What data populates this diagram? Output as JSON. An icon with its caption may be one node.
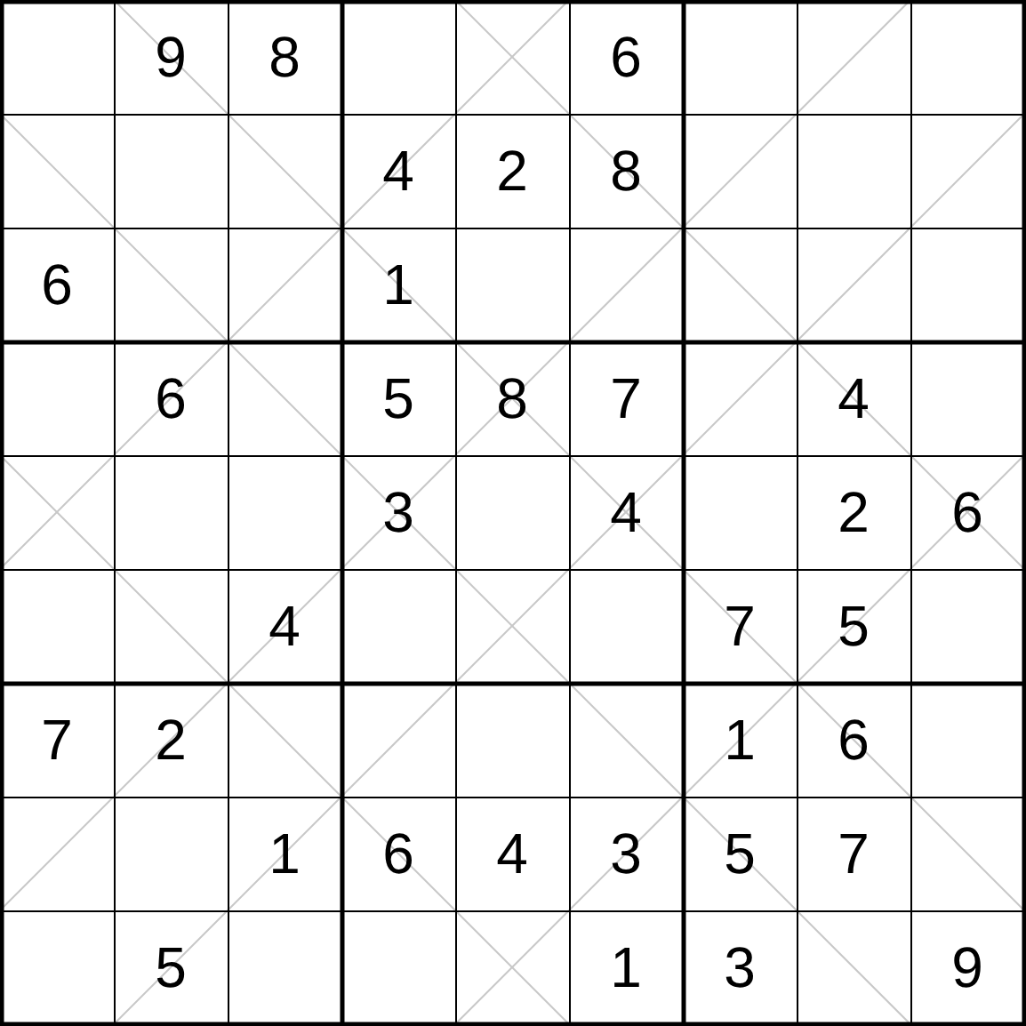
{
  "diagram": {
    "labels": [
      "9",
      "8",
      "6",
      "4",
      "2",
      "8",
      "6",
      "1",
      "6",
      "5",
      "8",
      "7",
      "4",
      "3",
      "4",
      "2",
      "6",
      "4",
      "7",
      "5",
      "7",
      "2",
      "1",
      "6",
      "1",
      "6",
      "4",
      "3",
      "5",
      "7",
      "5",
      "1",
      "3",
      "9"
    ]
  }
}
